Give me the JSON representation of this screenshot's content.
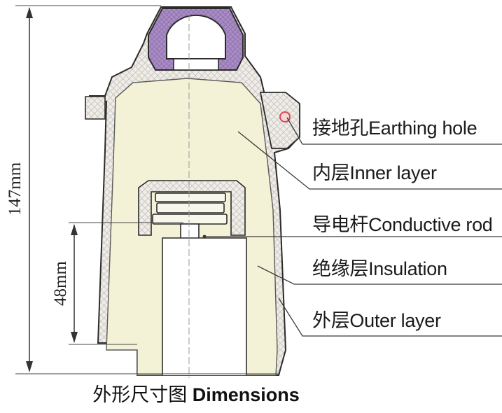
{
  "dimensions": {
    "total_height": "147mm",
    "rod_height": "48mm"
  },
  "callouts": [
    {
      "id": "earthing-hole",
      "text": "接地孔Earthing hole"
    },
    {
      "id": "inner-layer",
      "text": "内层Inner layer"
    },
    {
      "id": "conductive-rod",
      "text": "导电杆Conductive rod"
    },
    {
      "id": "insulation",
      "text": "绝缘层Insulation"
    },
    {
      "id": "outer-layer",
      "text": "外层Outer layer"
    }
  ],
  "caption": {
    "chinese": "外形尺寸图",
    "english": "Dimensions"
  },
  "colors": {
    "purple_cap": "#a98cc4",
    "body_fill": "#f3f1d4",
    "hatch": "#c9c4c8",
    "outline": "#2b2b2b",
    "earthing_hole": "#d9474f"
  }
}
